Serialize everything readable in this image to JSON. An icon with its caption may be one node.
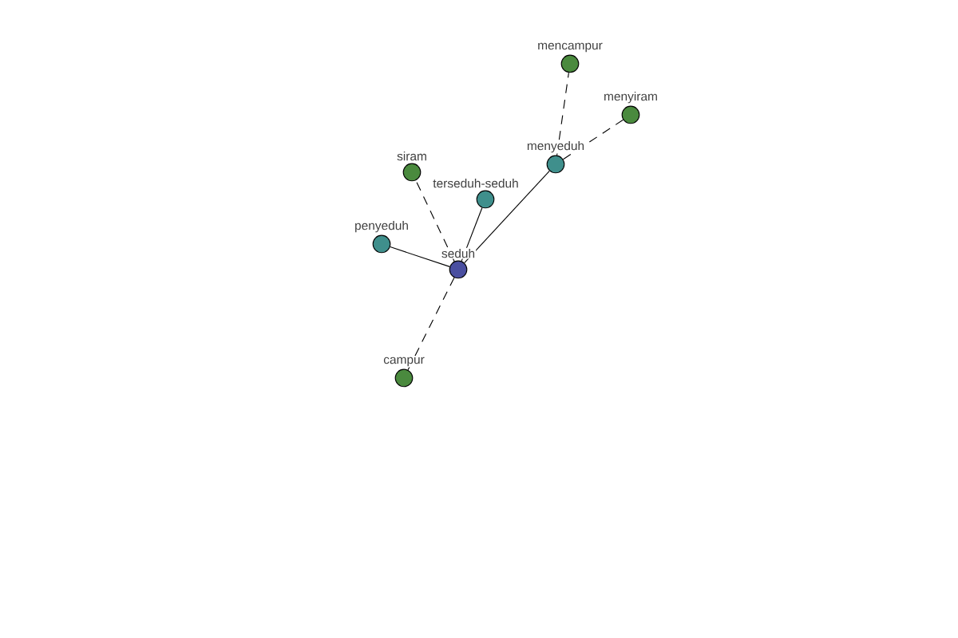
{
  "diagram": {
    "nodes": [
      {
        "text": [
          "seduh"
        ]
      },
      {
        "text": [
          "penyeduh"
        ]
      },
      {
        "text": [
          "terseduh-seduh"
        ]
      },
      {
        "text": [
          "menyeduh"
        ]
      },
      {
        "text": [
          "siram"
        ]
      },
      {
        "text": [
          "campur"
        ]
      },
      {
        "text": [
          "mencampur"
        ]
      },
      {
        "text": [
          "menyiram"
        ]
      }
    ],
    "edges": [
      {
        "from": 0,
        "to": 1,
        "arrow": "none"
      },
      {
        "from": 0,
        "to": 2,
        "arrow": "none"
      },
      {
        "from": 0,
        "to": 3,
        "arrow": "none"
      },
      {
        "from": 0,
        "to": 4,
        "arrow": "none",
        "style": "dashed"
      },
      {
        "from": 0,
        "to": 5,
        "arrow": "none",
        "style": "dashed"
      },
      {
        "from": 3,
        "to": 6,
        "arrow": "none",
        "style": "dashed"
      },
      {
        "from": 3,
        "to": 7,
        "arrow": "none",
        "style": "dashed"
      }
    ]
  }
}
